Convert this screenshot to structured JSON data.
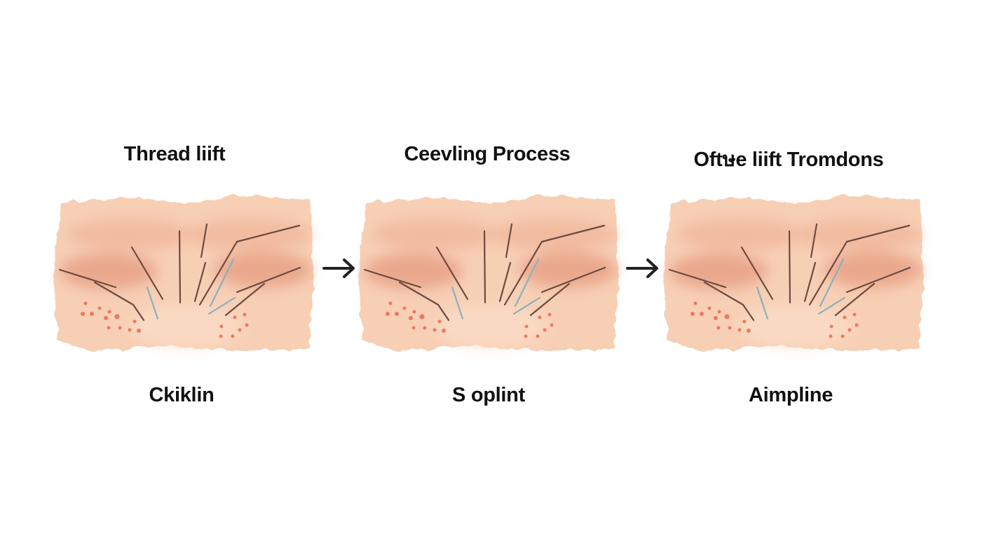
{
  "stages": [
    {
      "title": "Thread liift",
      "label": "Ckiklin"
    },
    {
      "title": "Ceevling Process",
      "label": "S oplint"
    },
    {
      "title": "Oftษe  liift Tromdons",
      "label": "Aimpline"
    }
  ],
  "colors": {
    "skin": "#f5c9ad",
    "skin_dark": "#e59c7f",
    "wrinkle": "#6e4a40",
    "thread": "#8ab0bd",
    "dot": "#ec6a55",
    "arrow": "#222222"
  }
}
